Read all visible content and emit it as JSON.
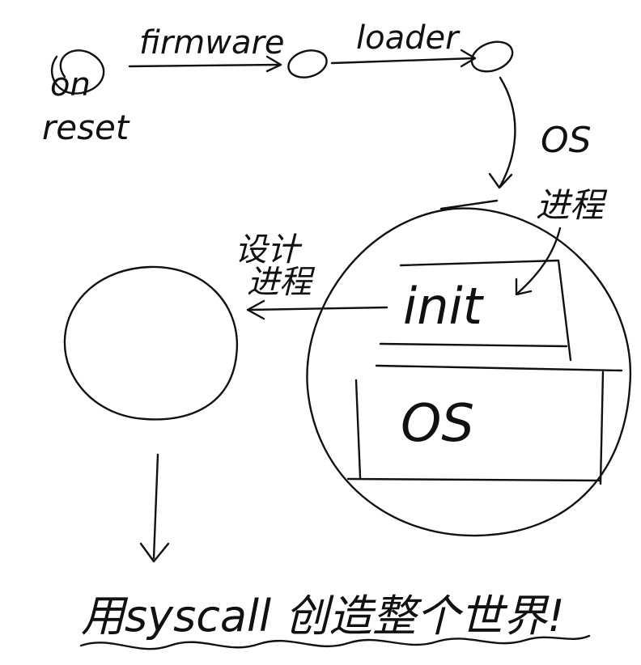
{
  "labels": {
    "on_reset_1": "on",
    "on_reset_2": "reset",
    "firmware": "firmware",
    "loader": "loader",
    "os_top": "OS",
    "jincheng_top": "进程",
    "init": "init",
    "os_box": "OS",
    "design_1": "设计",
    "design_2": "进程",
    "bottom_text": "用syscall 创造整个世界!"
  },
  "colors": {
    "ink": "#111111",
    "paper": "#ffffff"
  }
}
